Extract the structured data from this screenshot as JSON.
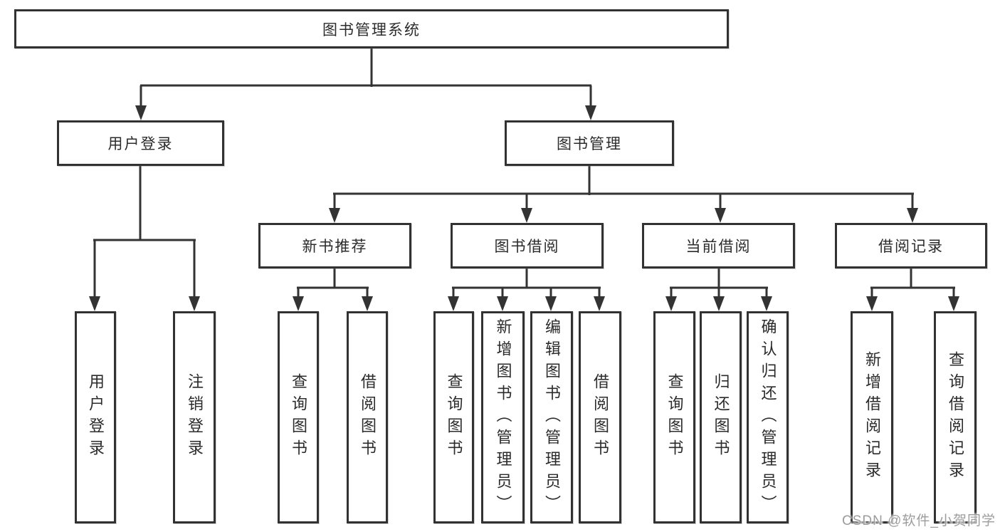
{
  "tree": {
    "label": "图书管理系统",
    "children": [
      {
        "label": "用户登录",
        "children": [
          {
            "label": "用户登录"
          },
          {
            "label": "注销登录"
          }
        ]
      },
      {
        "label": "图书管理",
        "children": [
          {
            "label": "新书推荐",
            "children": [
              {
                "label": "查询图书"
              },
              {
                "label": "借阅图书"
              }
            ]
          },
          {
            "label": "图书借阅",
            "children": [
              {
                "label": "查询图书"
              },
              {
                "label": "新增图书（管理员）"
              },
              {
                "label": "编辑图书（管理员）"
              },
              {
                "label": "借阅图书"
              }
            ]
          },
          {
            "label": "当前借阅",
            "children": [
              {
                "label": "查询图书"
              },
              {
                "label": "归还图书"
              },
              {
                "label": "确认归还（管理员）"
              }
            ]
          },
          {
            "label": "借阅记录",
            "children": [
              {
                "label": "新增借阅记录"
              },
              {
                "label": "查询借阅记录"
              }
            ]
          }
        ]
      }
    ]
  },
  "watermark": {
    "text": "CSDN @软件_小贺同学"
  },
  "colors": {
    "background": "#ffffff",
    "line": "#333333",
    "box_border": "#323232",
    "box_fill": "#ffffff",
    "text": "#2b2b2b",
    "watermark": "#9c9c9c"
  }
}
